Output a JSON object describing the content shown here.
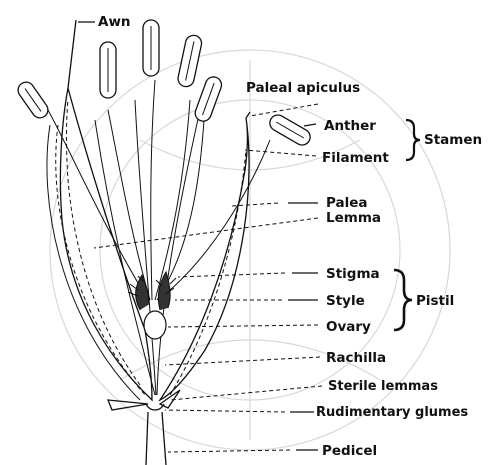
{
  "labels": {
    "awn": "Awn",
    "paleal_apiculus": "Paleal apiculus",
    "anther": "Anther",
    "filament": "Filament",
    "stamen": "Stamen",
    "palea": "Palea",
    "lemma": "Lemma",
    "stigma": "Stigma",
    "style": "Style",
    "ovary": "Ovary",
    "pistil": "Pistil",
    "rachilla": "Rachilla",
    "sterile_lemmas": "Sterile lemmas",
    "rudimentary_glumes": "Rudimentary glumes",
    "pedicel": "Pedicel"
  }
}
